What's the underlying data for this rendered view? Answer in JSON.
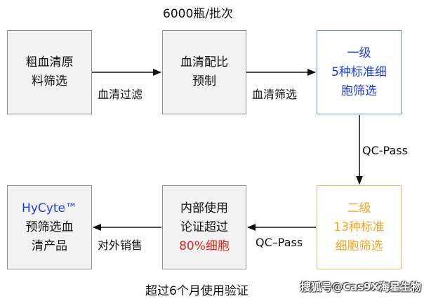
{
  "top_caption": "6000瓶/批次",
  "bottom_caption": "超过6个月使用验证",
  "watermark": "搜狐号@Cas9X海星生物",
  "boxes": {
    "raw_screening": [
      "粗血清原",
      "料筛选"
    ],
    "serum_blend": [
      "血清配比",
      "预制"
    ],
    "level1": [
      "一级",
      "5种标准细",
      "胞筛选"
    ],
    "level2": [
      "二级",
      "13种标准",
      "细胞筛选"
    ],
    "internal_test": [
      "内部使用",
      "论证超过",
      "80%细胞"
    ],
    "product": [
      "HyCyte™",
      "预筛选血",
      "清产品"
    ]
  },
  "edges": {
    "serum_filtration": "血清过滤",
    "serum_screening": "血清筛选",
    "qc_pass_right": "QC-Pass",
    "qc_pass_bottom": "QC–Pass",
    "external_sales": "对外销售"
  },
  "colors": {
    "blue_text": "#1f3fe0",
    "orange_text": "#f5a623",
    "red_text": "#e8231c",
    "arrow": "#111111"
  }
}
